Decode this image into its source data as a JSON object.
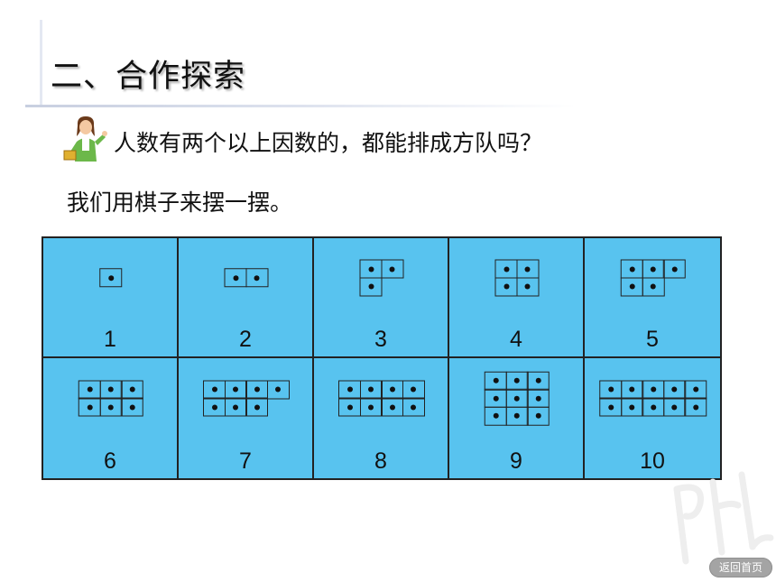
{
  "header": {
    "title": "二、合作探索"
  },
  "question": {
    "icon": "teacher-icon",
    "text": "人数有两个以上因数的，都能排成方队吗？"
  },
  "instruction": "我们用棋子来摆一摆。",
  "arrangements": [
    {
      "number": "1",
      "rows": [
        1
      ]
    },
    {
      "number": "2",
      "rows": [
        2
      ]
    },
    {
      "number": "3",
      "rows": [
        2,
        1
      ]
    },
    {
      "number": "4",
      "rows": [
        2,
        2
      ]
    },
    {
      "number": "5",
      "rows": [
        3,
        2
      ]
    },
    {
      "number": "6",
      "rows": [
        3,
        3
      ]
    },
    {
      "number": "7",
      "rows": [
        4,
        3
      ]
    },
    {
      "number": "8",
      "rows": [
        4,
        4
      ]
    },
    {
      "number": "9",
      "rows": [
        3,
        3,
        3
      ]
    },
    {
      "number": "10",
      "rows": [
        5,
        5
      ]
    }
  ],
  "footer": {
    "home_label": "返回首页"
  },
  "colors": {
    "grid_fill": "#58c3ef",
    "border": "#222222",
    "home_button": "#a4a4a4"
  }
}
